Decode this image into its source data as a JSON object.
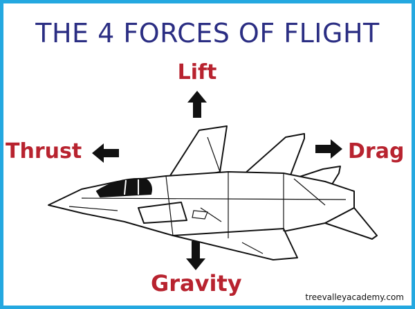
{
  "title": "THE 4 FORCES OF FLIGHT",
  "forces": {
    "lift": "Lift",
    "thrust": "Thrust",
    "drag": "Drag",
    "gravity": "Gravity"
  },
  "credit": "treevalleyacademy.com",
  "colors": {
    "border": "#24a8e0",
    "title": "#2b2e83",
    "force_label": "#b8232f",
    "arrow": "#111111"
  },
  "icons": [
    "fighter-jet-icon",
    "arrow-up-icon",
    "arrow-left-icon",
    "arrow-right-icon",
    "arrow-down-icon"
  ]
}
